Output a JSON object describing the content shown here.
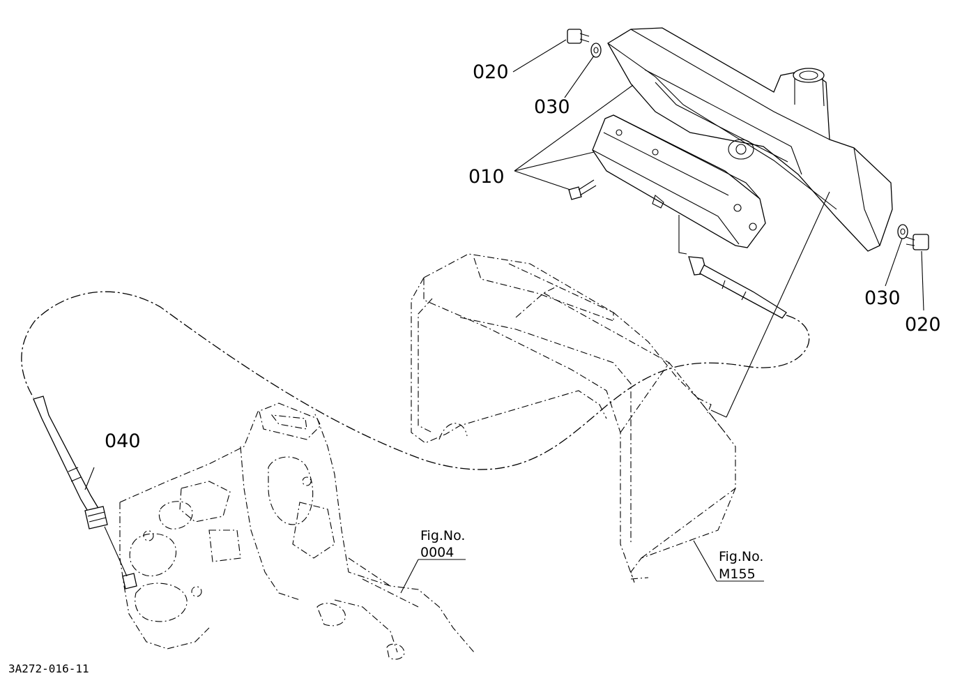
{
  "parts": [
    {
      "id": "p010",
      "label": "010"
    },
    {
      "id": "p020a",
      "label": "020"
    },
    {
      "id": "p030a",
      "label": "030"
    },
    {
      "id": "p030b",
      "label": "030"
    },
    {
      "id": "p020b",
      "label": "020"
    },
    {
      "id": "p040",
      "label": "040"
    }
  ],
  "refs": {
    "fig_a_title": "Fig.No.",
    "fig_a_number": "0004",
    "fig_b_title": "Fig.No.",
    "fig_b_number": "M155"
  },
  "drawing_code": "3A272-016-11"
}
